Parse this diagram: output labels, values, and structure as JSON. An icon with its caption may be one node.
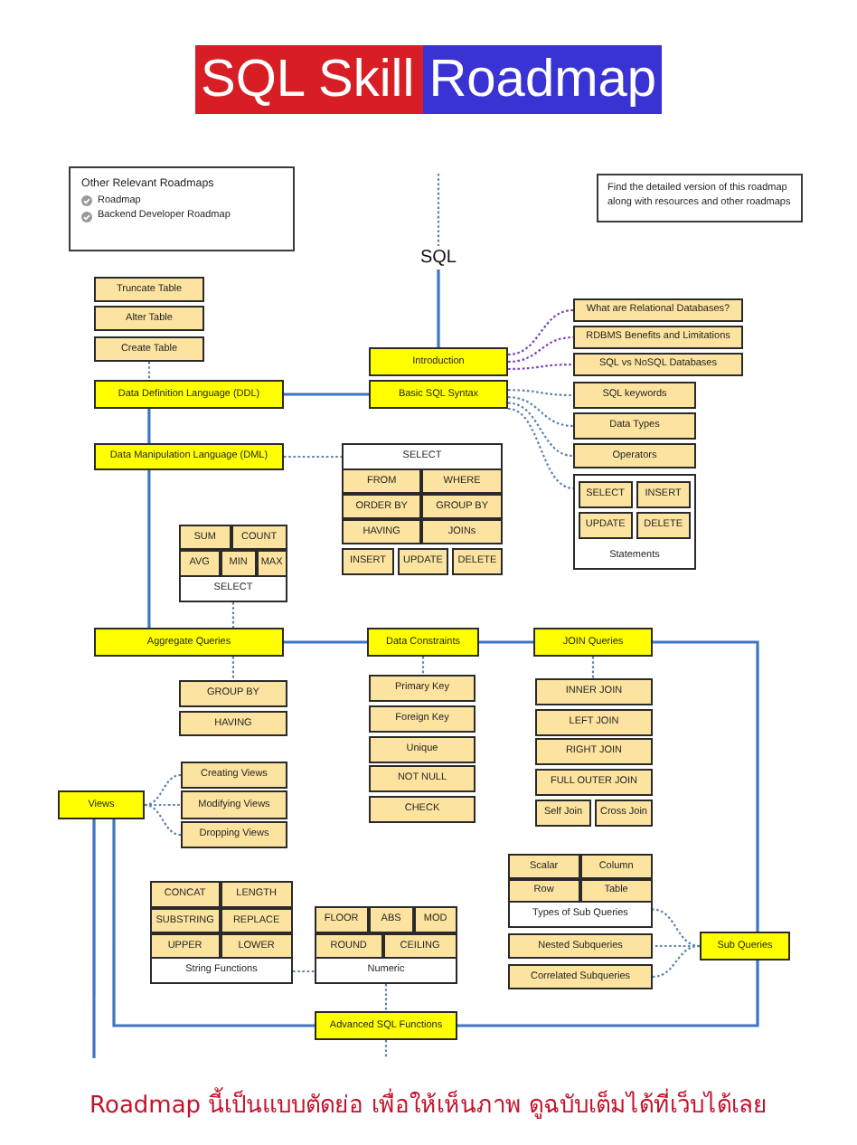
{
  "diagram": {
    "title": "SQL Skill Roadmap",
    "caption": "Roadmap นี้เป็นแบบตัดย่อ เพื่อให้เห็นภาพ ดูฉบับเต็มได้ที่เว็บได้เลย",
    "nodes": [
      {
        "text": [
          "Other Relevant Roadmaps",
          "Roadmap",
          "Backend Developer Roadmap"
        ]
      },
      {
        "text": [
          "Find the detailed version of this roadmap along with resources and other roadmaps"
        ]
      },
      {
        "text": [
          "SQL"
        ]
      },
      {
        "text": [
          "Truncate Table"
        ]
      },
      {
        "text": [
          "Alter Table"
        ]
      },
      {
        "text": [
          "Create Table"
        ]
      },
      {
        "text": [
          "What are Relational Databases?"
        ]
      },
      {
        "text": [
          "RDBMS Benefits and Limitations"
        ]
      },
      {
        "text": [
          "SQL vs NoSQL Databases"
        ]
      },
      {
        "text": [
          "Introduction"
        ]
      },
      {
        "text": [
          "Data Definition Language (DDL)"
        ]
      },
      {
        "text": [
          "Basic SQL Syntax"
        ]
      },
      {
        "text": [
          "SQL keywords"
        ]
      },
      {
        "text": [
          "Data Types"
        ]
      },
      {
        "text": [
          "Data Manipulation Language (DML)"
        ]
      },
      {
        "text": [
          "SELECT"
        ]
      },
      {
        "text": [
          "FROM"
        ],
        "in": 15
      },
      {
        "text": [
          "WHERE"
        ],
        "in": 15
      },
      {
        "text": [
          "ORDER BY"
        ],
        "in": 15
      },
      {
        "text": [
          "GROUP BY"
        ],
        "in": 15
      },
      {
        "text": [
          "HAVING"
        ],
        "in": 15
      },
      {
        "text": [
          "JOINs"
        ],
        "in": 15
      },
      {
        "text": [
          "Operators"
        ]
      },
      {
        "text": [
          "Statements"
        ]
      },
      {
        "text": [
          "SELECT"
        ],
        "in": 23
      },
      {
        "text": [
          "INSERT"
        ],
        "in": 23
      },
      {
        "text": [
          "UPDATE"
        ],
        "in": 23
      },
      {
        "text": [
          "DELETE"
        ],
        "in": 23
      },
      {
        "text": [
          "SELECT"
        ]
      },
      {
        "text": [
          "SUM"
        ],
        "in": 28
      },
      {
        "text": [
          "COUNT"
        ],
        "in": 28
      },
      {
        "text": [
          "AVG"
        ],
        "in": 28
      },
      {
        "text": [
          "MIN"
        ],
        "in": 28
      },
      {
        "text": [
          "MAX"
        ],
        "in": 28
      },
      {
        "text": [
          "INSERT"
        ]
      },
      {
        "text": [
          "UPDATE"
        ]
      },
      {
        "text": [
          "DELETE"
        ]
      },
      {
        "text": [
          "Aggregate Queries"
        ]
      },
      {
        "text": [
          "Data Constraints"
        ]
      },
      {
        "text": [
          "JOIN Queries"
        ]
      },
      {
        "text": [
          "GROUP BY"
        ]
      },
      {
        "text": [
          "HAVING"
        ]
      },
      {
        "text": [
          "Primary Key"
        ]
      },
      {
        "text": [
          "Foreign Key"
        ]
      },
      {
        "text": [
          "Unique"
        ]
      },
      {
        "text": [
          "NOT NULL"
        ]
      },
      {
        "text": [
          "CHECK"
        ]
      },
      {
        "text": [
          "INNER JOIN"
        ]
      },
      {
        "text": [
          "LEFT JOIN"
        ]
      },
      {
        "text": [
          "RIGHT JOIN"
        ]
      },
      {
        "text": [
          "FULL OUTER JOIN"
        ]
      },
      {
        "text": [
          "Self Join"
        ]
      },
      {
        "text": [
          "Cross Join"
        ]
      },
      {
        "text": [
          "Views"
        ]
      },
      {
        "text": [
          "Creating Views"
        ]
      },
      {
        "text": [
          "Modifying Views"
        ]
      },
      {
        "text": [
          "Dropping Views"
        ]
      },
      {
        "text": [
          "Types of Sub Queries"
        ]
      },
      {
        "text": [
          "Scalar"
        ],
        "in": 57
      },
      {
        "text": [
          "Column"
        ],
        "in": 57
      },
      {
        "text": [
          "Row"
        ],
        "in": 57
      },
      {
        "text": [
          "Table"
        ],
        "in": 57
      },
      {
        "text": [
          "String Functions"
        ]
      },
      {
        "text": [
          "CONCAT"
        ],
        "in": 62
      },
      {
        "text": [
          "LENGTH"
        ],
        "in": 62
      },
      {
        "text": [
          "SUBSTRING"
        ],
        "in": 62
      },
      {
        "text": [
          "REPLACE"
        ],
        "in": 62
      },
      {
        "text": [
          "UPPER"
        ],
        "in": 62
      },
      {
        "text": [
          "LOWER"
        ],
        "in": 62
      },
      {
        "text": [
          "Numeric"
        ]
      },
      {
        "text": [
          "FLOOR"
        ],
        "in": 69
      },
      {
        "text": [
          "ABS"
        ],
        "in": 69
      },
      {
        "text": [
          "MOD"
        ],
        "in": 69
      },
      {
        "text": [
          "ROUND"
        ],
        "in": 69
      },
      {
        "text": [
          "CEILING"
        ],
        "in": 69
      },
      {
        "text": [
          "Nested Subqueries"
        ]
      },
      {
        "text": [
          "Sub Queries"
        ]
      },
      {
        "text": [
          "Correlated Subqueries"
        ]
      },
      {
        "text": [
          "Advanced SQL Functions"
        ]
      }
    ],
    "edges": [
      {
        "from": null,
        "to": 2,
        "arrow": "none",
        "style": "dashed"
      },
      {
        "from": 2,
        "to": 9,
        "arrow": "none"
      },
      {
        "from": 5,
        "to": 10,
        "arrow": "none",
        "style": "dashed"
      },
      {
        "from": 9,
        "to": 6,
        "arrow": "none",
        "style": "dashed",
        "color": "#7e3fc0"
      },
      {
        "from": 9,
        "to": 7,
        "arrow": "none",
        "style": "dashed",
        "color": "#7e3fc0"
      },
      {
        "from": 9,
        "to": 8,
        "arrow": "none",
        "style": "dashed",
        "color": "#7e3fc0"
      },
      {
        "from": 10,
        "to": 11,
        "arrow": "none"
      },
      {
        "from": 11,
        "to": 12,
        "arrow": "none",
        "style": "dashed"
      },
      {
        "from": 11,
        "to": 13,
        "arrow": "none",
        "style": "dashed"
      },
      {
        "from": 11,
        "to": 22,
        "arrow": "none",
        "style": "dashed"
      },
      {
        "from": 11,
        "to": 23,
        "arrow": "none",
        "style": "dashed"
      },
      {
        "from": 10,
        "to": 14,
        "arrow": "none"
      },
      {
        "from": 14,
        "to": 15,
        "arrow": "none",
        "style": "dashed"
      },
      {
        "from": 14,
        "to": 37,
        "arrow": "none"
      },
      {
        "from": 28,
        "to": 37,
        "arrow": "none",
        "style": "dashed"
      },
      {
        "from": 37,
        "to": 38,
        "arrow": "none"
      },
      {
        "from": 38,
        "to": 39,
        "arrow": "none"
      },
      {
        "from": 37,
        "to": 40,
        "arrow": "none",
        "style": "dashed"
      },
      {
        "from": 38,
        "to": 42,
        "arrow": "none",
        "style": "dashed"
      },
      {
        "from": 39,
        "to": 47,
        "arrow": "none",
        "style": "dashed"
      },
      {
        "from": 39,
        "to": 76,
        "arrow": "none"
      },
      {
        "from": 53,
        "to": 54,
        "arrow": "none",
        "style": "dashed"
      },
      {
        "from": 53,
        "to": 55,
        "arrow": "none",
        "style": "dashed"
      },
      {
        "from": 53,
        "to": 56,
        "arrow": "none",
        "style": "dashed"
      },
      {
        "from": 76,
        "to": 57,
        "arrow": "none",
        "style": "dashed"
      },
      {
        "from": 76,
        "to": 75,
        "arrow": "none",
        "style": "dashed"
      },
      {
        "from": 76,
        "to": 77,
        "arrow": "none",
        "style": "dashed"
      },
      {
        "from": 62,
        "to": 69,
        "arrow": "none",
        "style": "dashed"
      },
      {
        "from": 69,
        "to": 78,
        "arrow": "none",
        "style": "dashed"
      },
      {
        "from": 76,
        "to": 78,
        "arrow": "none"
      },
      {
        "from": 78,
        "to": 53,
        "arrow": "none"
      },
      {
        "from": 53,
        "to": null,
        "arrow": "none"
      },
      {
        "from": 78,
        "to": null,
        "arrow": "none",
        "style": "dashed"
      }
    ]
  }
}
